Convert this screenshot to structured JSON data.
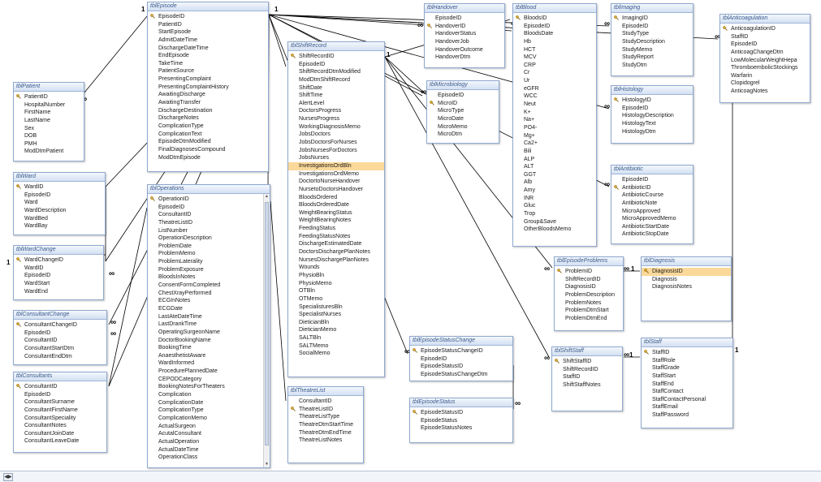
{
  "symbols": {
    "one": "1",
    "many": "∞",
    "key_icon": "key-icon"
  },
  "tables": {
    "episode": {
      "title": "tblEpisode",
      "fields": [
        "EpisodeID",
        "PatientID",
        "StartEpisode",
        "AdmitDateTime",
        "DischargeDateTime",
        "EndEpisode",
        "TakeTime",
        "PatientSource",
        "PresentingComplaint",
        "PresentingComplaintHistory",
        "AwaitingDischarge",
        "AwaitingTransfer",
        "DischargeDestination",
        "DischargeNotes",
        "ComplicationType",
        "ComplicationText",
        "EpisodeDtmModified",
        "FinalDiagnosesCompound",
        "ModDtmEpisode"
      ]
    },
    "patient": {
      "title": "tblPatient",
      "fields": [
        "PatientID",
        "HospitalNumber",
        "FirstName",
        "LastName",
        "Sex",
        "DOB",
        "PMH",
        "ModDtmPatient"
      ]
    },
    "ward": {
      "title": "tblWard",
      "fields": [
        "WardID",
        "EpisodeID",
        "Ward",
        "WardDescription",
        "WardBed",
        "WardBay"
      ]
    },
    "wardchange": {
      "title": "tblWardChange",
      "fields": [
        "WardChangeID",
        "WardID",
        "EpisodeID",
        "WardStart",
        "WardEnd"
      ]
    },
    "consultantchange": {
      "title": "tblConsultantChange",
      "fields": [
        "ConsultantChangeID",
        "EpisodeID",
        "ConsultantID",
        "ConsultantStartDtm",
        "ConsultantEndDtm"
      ]
    },
    "consultants": {
      "title": "tblConsultants",
      "fields": [
        "ConsultantID",
        "EpisodeID",
        "ConsultantSurname",
        "ConsultantFirstName",
        "ConsultantSpeciality",
        "ConsultantNotes",
        "ConsultantJoinDate",
        "ConsultantLeaveDate"
      ]
    },
    "operations": {
      "title": "tblOperations",
      "fields": [
        "OperationID",
        "EpisodeID",
        "ConsultantID",
        "TheatreListID",
        "ListNumber",
        "OperationDescription",
        "ProblemDate",
        "ProblemMemo",
        "ProblemLaterality",
        "ProblemExposure",
        "BloodsInNotes",
        "ConsentFormCompleted",
        "ChestXrayPerformed",
        "ECGInNotes",
        "ECGDate",
        "LastAteDateTime",
        "LastDrankTime",
        "OperatingSurgeonName",
        "DoctorBookingName",
        "BookingTime",
        "AnaesthetistAware",
        "WardInformed",
        "ProcedurePlannedDate",
        "CEPODCategory",
        "BookingNotesForTheaters",
        "Complication",
        "ComplicationDate",
        "ComplicationType",
        "ComplicationMemo",
        "ActualSurgeon",
        "AcutalConsultant",
        "ActualOperation",
        "ActualDateTime",
        "OperationClass"
      ]
    },
    "shiftrecord": {
      "title": "tblShiftRecord",
      "fields": [
        "ShiftRecordID",
        "EpisodeID",
        "ShiftRecordDtmModified",
        "ModDtmShiftRecord",
        "ShiftDate",
        "ShiftTime",
        "AlertLevel",
        "DoctorsProgress",
        "NursesProgress",
        "WorkingDiagnosisMemo",
        "JobsDoctors",
        "JobsDoctorsForNurses",
        "JobsNursesForDoctors",
        "JobsNurses",
        "InvestigationsOrdBln",
        "InvestigationsOrdMemo",
        "DoctortoNurseHandover",
        "NursetoDoctorsHandover",
        "BloodsOrdered",
        "BloodsOrderedDate",
        "WeightBearingStatus",
        "WeightBearingNotes",
        "FeedingStatus",
        "FeedingStatusNotes",
        "DischargeEstimatedDate",
        "DoctorsDischargePlanNotes",
        "NursesDischargePlanNotes",
        "Wounds",
        "PhysioBln",
        "PhysioMemo",
        "OTBln",
        "OTMemo",
        "SpecialisturesBln",
        "SpecialistNurses",
        "DieticianBln",
        "DieticianMemo",
        "SALTBln",
        "SALTMemo",
        "SocialMemo"
      ]
    },
    "theatrelist": {
      "title": "tblTheatreList",
      "fields": [
        "ConsultantID",
        "TheatreListID",
        "TheatreListType",
        "TheatreDtmStartTime",
        "TheatreDtmEndTime",
        "TheatreListNotes"
      ]
    },
    "handover": {
      "title": "tblHandover",
      "fields": [
        "EpisodeID",
        "HandoverID",
        "HandoverStatus",
        "HandoverJob",
        "HandoverOutcome",
        "HandoverDtm"
      ]
    },
    "microbiology": {
      "title": "tblMicrobiology",
      "fields": [
        "EpisodeID",
        "MicroID",
        "MicroType",
        "MicroDate",
        "MicroMemo",
        "MicroDtm"
      ]
    },
    "episodestatuschange": {
      "title": "tblEpisodeStatusChange",
      "fields": [
        "EpisodeStatusChangeID",
        "EpisodeID",
        "EpisodeStatusID",
        "EpisodeStatusChangeDtm"
      ]
    },
    "episodestatus": {
      "title": "tblEpisodeStatus",
      "fields": [
        "EpisodeStatusID",
        "EpisodeStatus",
        "EpisodeStatusNotes"
      ]
    },
    "blood": {
      "title": "tblBlood",
      "fields": [
        "BloodsID",
        "EpisodeID",
        "BloodsDate",
        "Hb",
        "HCT",
        "MCV",
        "CRP",
        "Cr",
        "Ur",
        "eGFR",
        "WCC",
        "Neut",
        "K+",
        "Na+",
        "PO4-",
        "Mg+",
        "Ca2+",
        "Bili",
        "ALP",
        "ALT",
        "GGT",
        "Alb",
        "Amy",
        "INR",
        "Gluc",
        "Trop",
        "Group&Save",
        "OtherBloodsMemo"
      ]
    },
    "imaging": {
      "title": "tblImaging",
      "fields": [
        "ImagingID",
        "EpisodeID",
        "StudyType",
        "StudyDescription",
        "StudyMemo",
        "StudyReport",
        "StudyDtm"
      ]
    },
    "histology": {
      "title": "tblHistology",
      "fields": [
        "HistologyID",
        "EpisodeID",
        "HistologyDescription",
        "HistologyText",
        "HistologyDtm"
      ]
    },
    "antibiotic": {
      "title": "tblAntibiotic",
      "fields": [
        "EpisodeID",
        "AntibioticID",
        "AntibioticCourse",
        "AntibioticNote",
        "MicroApproved",
        "MicroApprovedMemo",
        "AntibioticStartDate",
        "AntibioticStopDate"
      ]
    },
    "anticoagulation": {
      "title": "tblAnticoagulation",
      "fields": [
        "AnticoagulationID",
        "StaffID",
        "EpisodeID",
        "AnticoagChangeDtm",
        "LowMolecularWeightHepa",
        "ThromboembolicStockings",
        "Warfarin",
        "Clopidogrel",
        "AnticoagNotes"
      ]
    },
    "episodeproblems": {
      "title": "tblEpisodeProblems",
      "fields": [
        "ProblemID",
        "ShiftRecordID",
        "DiagnosisID",
        "ProblemDescription",
        "ProblemNotes",
        "ProblemDtmStart",
        "ProblemDtmEnd"
      ]
    },
    "diagnosis": {
      "title": "tblDiagnosis",
      "fields": [
        "DiagnosisID",
        "Diagnosis",
        "DiagnosisNotes"
      ]
    },
    "shiftstaff": {
      "title": "tblShiftStaff",
      "fields": [
        "ShiftStaffID",
        "ShiftRecordID",
        "StaffID",
        "ShiftStaffNotes"
      ]
    },
    "staff": {
      "title": "tblStaff",
      "fields": [
        "StaffID",
        "StaffRole",
        "StaffGrade",
        "StaffStart",
        "StaffEnd",
        "StaffContact",
        "StaffContactPersonal",
        "StaffEmail",
        "StaffPassword"
      ]
    }
  }
}
